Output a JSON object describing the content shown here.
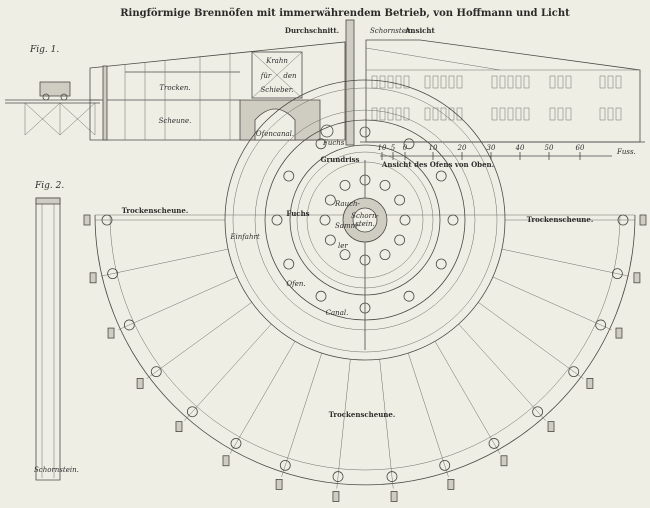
{
  "title": "Ringförmige Brennöfen mit immerwährendem Betrieb, von Hoffmann und Licht",
  "fig1": {
    "label": "Fig. 1.",
    "section_heading": "Durchschnitt.",
    "chimney_heading": "Schornstein.",
    "elevation_heading": "Ansicht",
    "trocken": "Trocken.",
    "scheune": "Scheune.",
    "krahn": [
      "Krahn",
      "für",
      "den",
      "Schieber."
    ],
    "ofencanal": "Ofencanal.",
    "fuchs": "Fuchs"
  },
  "scale": {
    "ticks": [
      "10",
      "5",
      "0",
      "10",
      "20",
      "30",
      "40",
      "50",
      "60"
    ],
    "unit": "Fuss."
  },
  "fig2": {
    "label": "Fig. 2.",
    "grundriss": "Grundriss",
    "ansicht_oben": "Ansicht des Ofens von Oben.",
    "trockenscheune": "Trockenscheune.",
    "einfahrt": "Einfahrt",
    "fuchs": "Fuchs",
    "rauchsammler": [
      "Rauch-",
      "Samm-",
      "ler"
    ],
    "schornstein_center": [
      "Schorn-",
      "stein."
    ],
    "ofen": "Ofen.",
    "canal": "Canal.",
    "schornstein": "Schornstein."
  }
}
